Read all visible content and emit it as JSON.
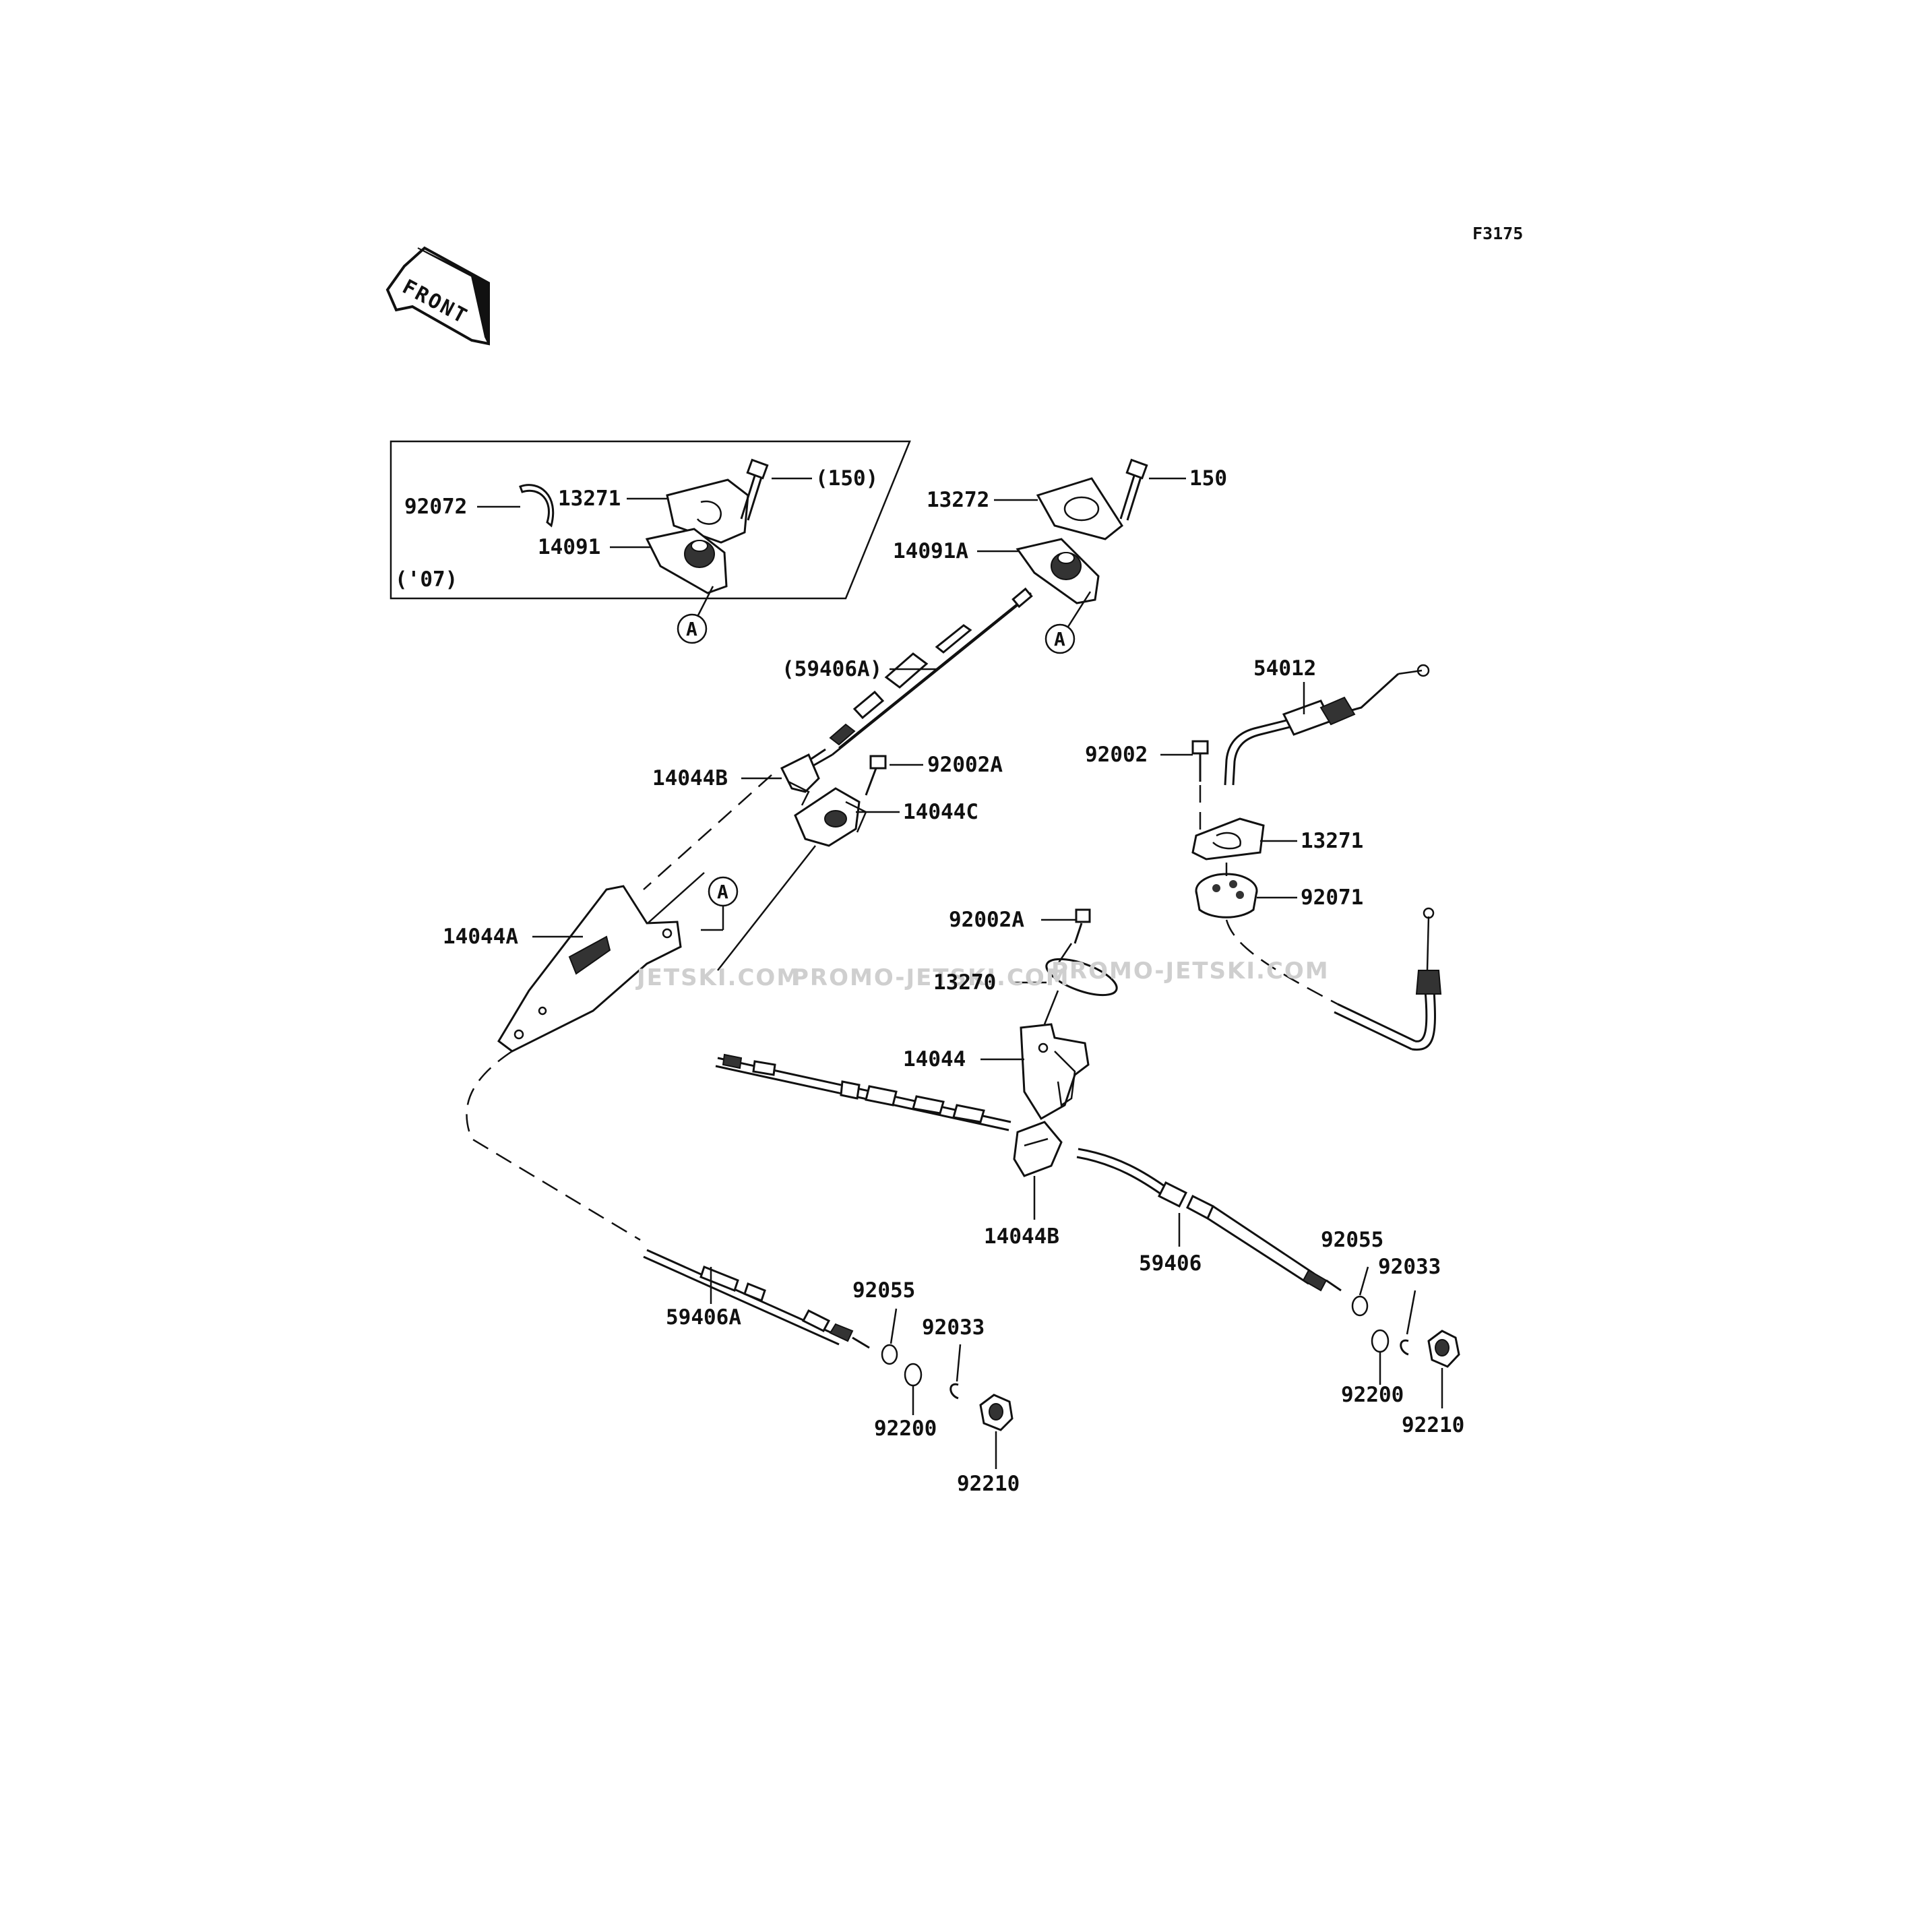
{
  "diagram_code": "F3175",
  "front_label": "FRONT",
  "variant_box_label": "('07)",
  "reference_marker": "A",
  "watermarks": [
    "JETSKI.COM",
    "PROMO-JETSKI.COM",
    "PROMO-JETSKI.COM"
  ],
  "labels": {
    "p92072": "92072",
    "p13271_box": "13271",
    "p150_box": "(150)",
    "p14091": "14091",
    "p13272": "13272",
    "p150": "150",
    "p14091A": "14091A",
    "p59406A_upper": "(59406A)",
    "p54012": "54012",
    "p92002": "92002",
    "p14044B_upper": "14044B",
    "p92002A_upper": "92002A",
    "p14044C": "14044C",
    "p13271": "13271",
    "p92071": "92071",
    "p14044A": "14044A",
    "p92002A_mid": "92002A",
    "p13270": "13270",
    "p14044": "14044",
    "p14044B_lower": "14044B",
    "p59406": "59406",
    "p92055_right": "92055",
    "p92033_right": "92033",
    "p92200_right": "92200",
    "p92210_right": "92210",
    "p59406A_lower": "59406A",
    "p92055_left": "92055",
    "p92033_left": "92033",
    "p92200_left": "92200",
    "p92210_left": "92210"
  }
}
